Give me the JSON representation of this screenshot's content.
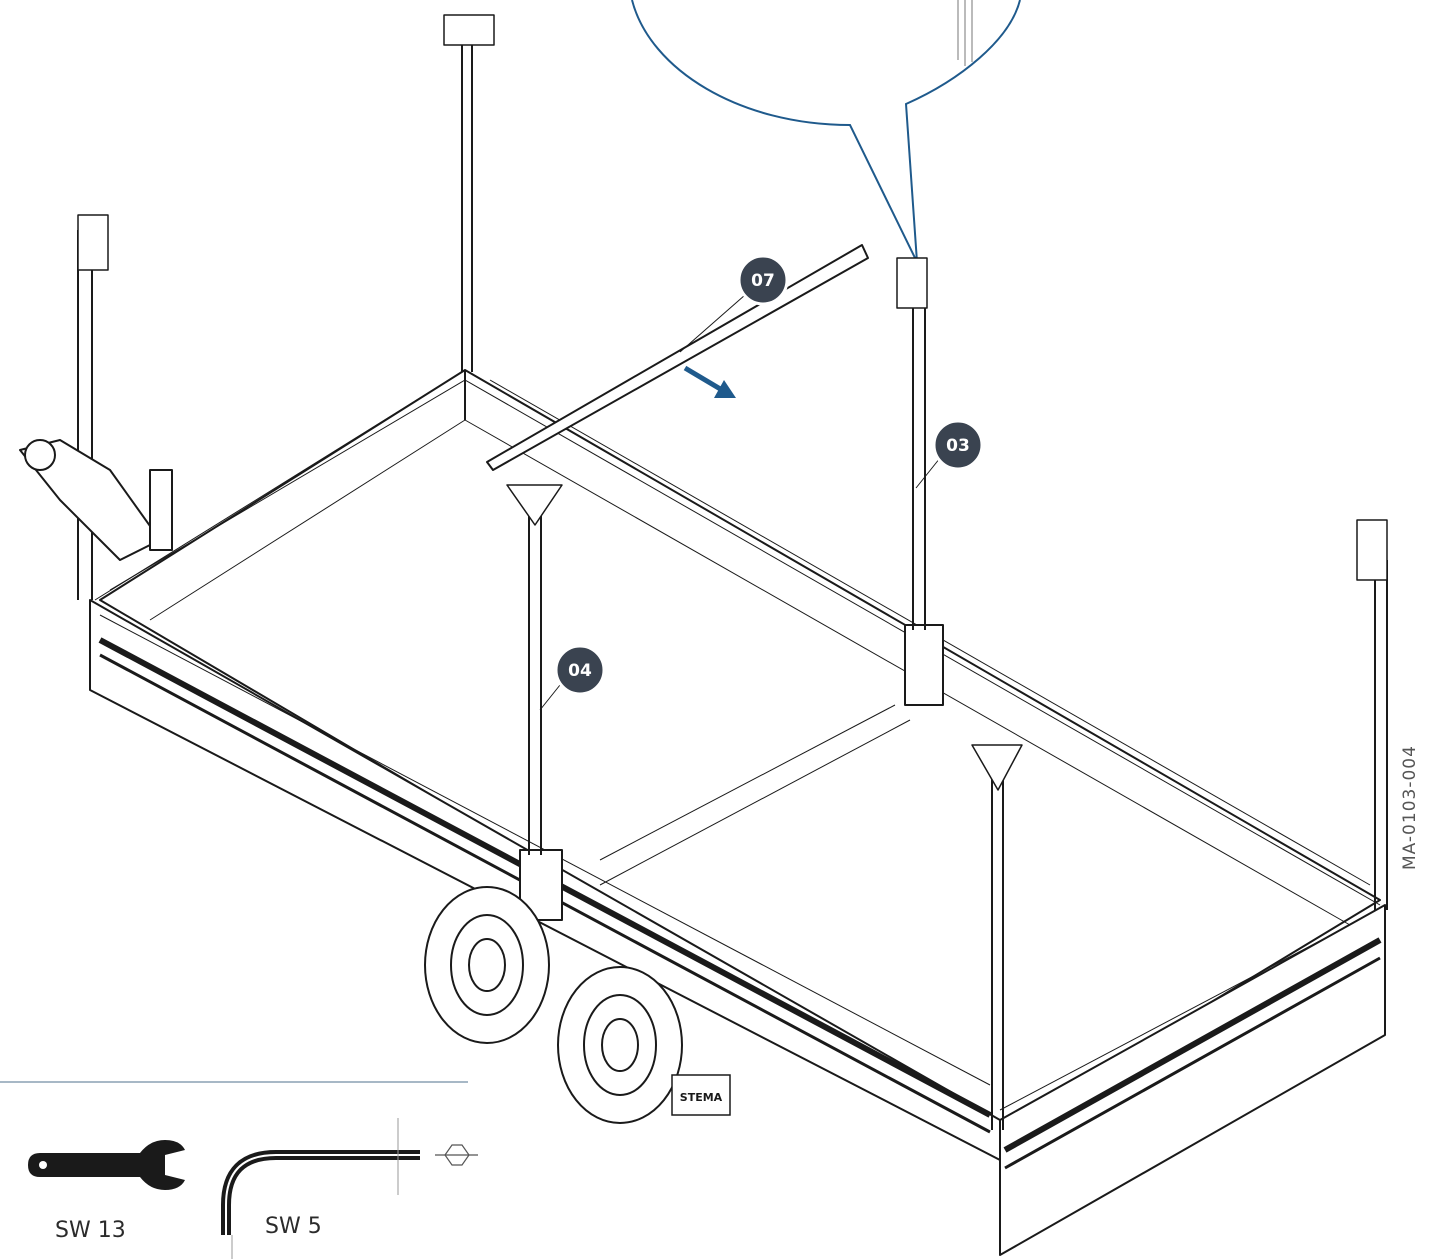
{
  "callouts": [
    {
      "id": "07",
      "label": "07"
    },
    {
      "id": "03",
      "label": "03"
    },
    {
      "id": "04",
      "label": "04"
    }
  ],
  "tools": {
    "wrench_label": "SW 13",
    "hex_key_label": "SW 5"
  },
  "document_code": "MA-0103-004",
  "brand_plate": "STEMA",
  "colors": {
    "line": "#1a1a1a",
    "callout_fill": "#3a4350",
    "accent_blue": "#1f5a8c",
    "divider": "#8aa0b4"
  },
  "icons": [
    "wrench-icon",
    "hex-key-icon",
    "hex-bolt-symbol-icon",
    "direction-arrow-icon"
  ]
}
